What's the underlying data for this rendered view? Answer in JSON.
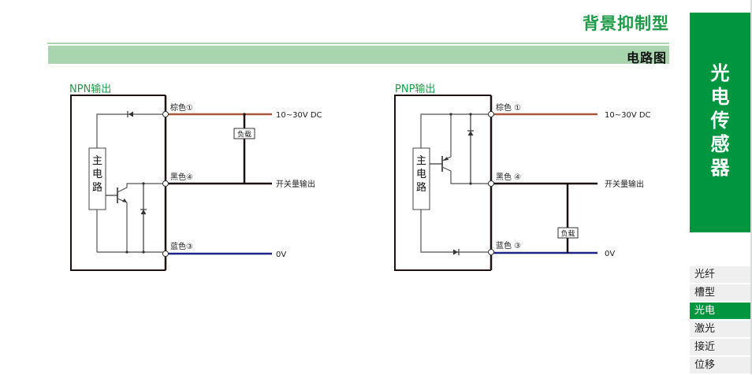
{
  "header": {
    "title": "背景抑制型",
    "section": "电路图"
  },
  "side_panel": {
    "label": "光电传感器"
  },
  "menu": {
    "items": [
      {
        "label": "光纤",
        "active": false
      },
      {
        "label": "槽型",
        "active": false
      },
      {
        "label": "光电",
        "active": true
      },
      {
        "label": "激光",
        "active": false
      },
      {
        "label": "接近",
        "active": false
      },
      {
        "label": "位移",
        "active": false
      }
    ]
  },
  "colors": {
    "brand_green": "#009640",
    "title_green": "#1e9a48",
    "bar_green": "#a8d5ae",
    "brown_wire": "#a9583c",
    "black_wire": "#1a1110",
    "blue_wire": "#1d2586"
  },
  "diagrams": {
    "npn": {
      "title": "NPN输出",
      "main_circuit": "主电路",
      "wires": {
        "brown": "棕色①",
        "black": "黑色④",
        "blue": "蓝色③"
      },
      "load": "负载",
      "outputs": {
        "supply": "10~30V DC",
        "switch": "开关量输出",
        "zero": "0V"
      }
    },
    "pnp": {
      "title": "PNP输出",
      "main_circuit": "主电路",
      "wires": {
        "brown": "棕色 ①",
        "black": "黑色 ④",
        "blue": "蓝色 ③"
      },
      "load": "负载",
      "outputs": {
        "supply": "10~30V DC",
        "switch": "开关量输出",
        "zero": "0V"
      }
    }
  }
}
